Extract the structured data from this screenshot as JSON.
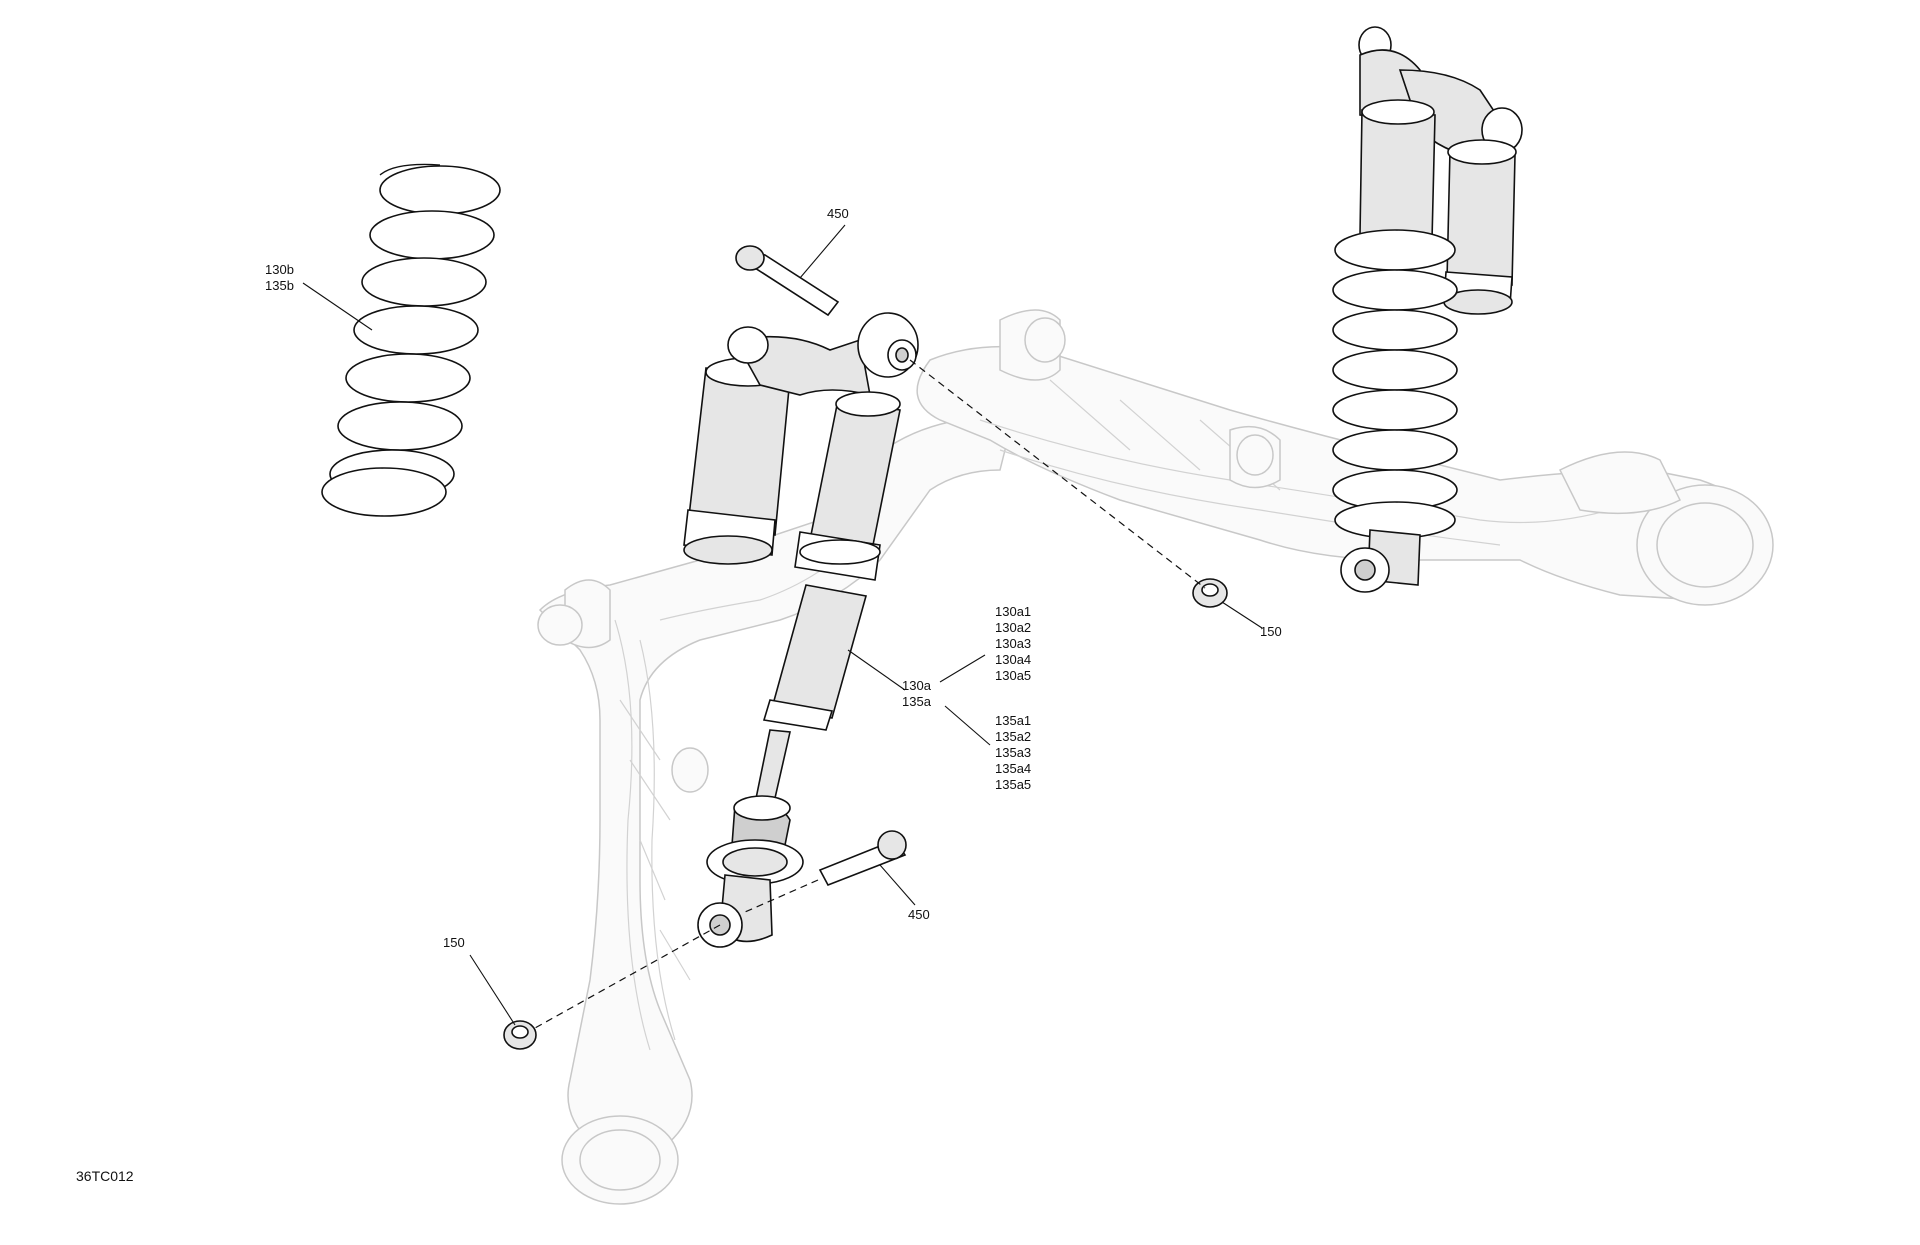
{
  "diagram_id": "36TC012",
  "callouts": {
    "spring_b": [
      "130b",
      "135b"
    ],
    "bolt_top": "450",
    "nut_right": "150",
    "shock_a": [
      "130a",
      "135a"
    ],
    "variants_130a": [
      "130a1",
      "130a2",
      "130a3",
      "130a4",
      "130a5"
    ],
    "variants_135a": [
      "135a1",
      "135a2",
      "135a3",
      "135a4",
      "135a5"
    ],
    "bolt_bottom": "450",
    "nut_left": "150"
  }
}
